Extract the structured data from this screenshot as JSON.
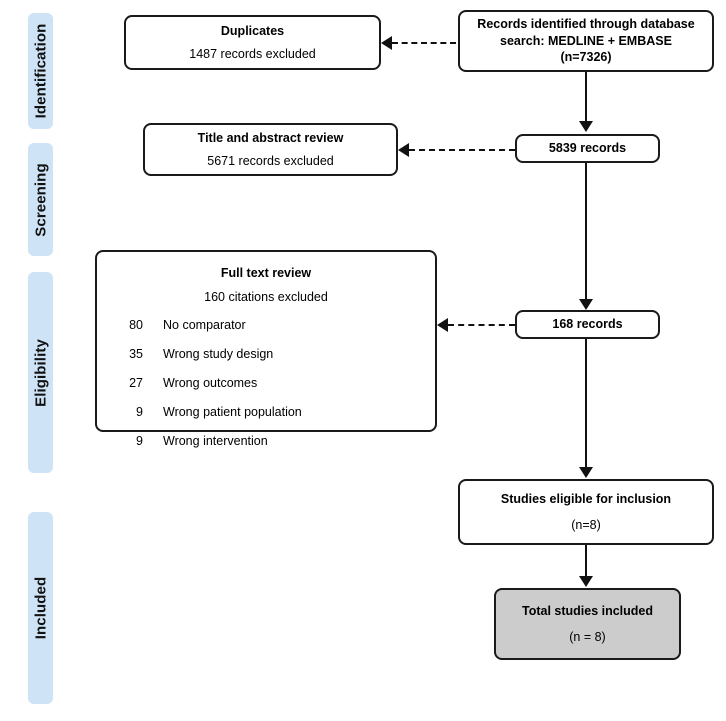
{
  "diagram": {
    "type": "prisma-flow-diagram",
    "phases": [
      {
        "key": "identification",
        "label": "Identification"
      },
      {
        "key": "screening",
        "label": "Screening"
      },
      {
        "key": "eligibility",
        "label": "Eligibility"
      },
      {
        "key": "included",
        "label": "Included"
      }
    ],
    "boxes": {
      "records_identified": {
        "title": "Records identified through database",
        "title2": "search: MEDLINE + EMBASE",
        "count": "(n=7326)"
      },
      "duplicates": {
        "title": "Duplicates",
        "sub": "1487 records excluded"
      },
      "records_after_dedup": {
        "title": "5839 records"
      },
      "title_abstract": {
        "title": "Title and abstract review",
        "sub": "5671 records excluded"
      },
      "records_screened": {
        "title": "168 records"
      },
      "full_text": {
        "title": "Full text review",
        "sub": "160 citations excluded",
        "reasons": [
          {
            "count": "80",
            "text": "No comparator"
          },
          {
            "count": "35",
            "text": "Wrong study design"
          },
          {
            "count": "27",
            "text": "Wrong outcomes"
          },
          {
            "count": "9",
            "text": "Wrong patient population"
          },
          {
            "count": "9",
            "text": "Wrong intervention"
          }
        ]
      },
      "eligible": {
        "title": "Studies eligible for inclusion",
        "count": "(n=8)"
      },
      "total_included": {
        "title": "Total studies included",
        "count": "(n = 8)"
      }
    },
    "colors": {
      "phase_bar": "#cfe3f7",
      "box_border": "#1a1a1a",
      "box_fill": "#ffffff",
      "included_fill": "#cccccc",
      "connector": "#111111"
    }
  }
}
